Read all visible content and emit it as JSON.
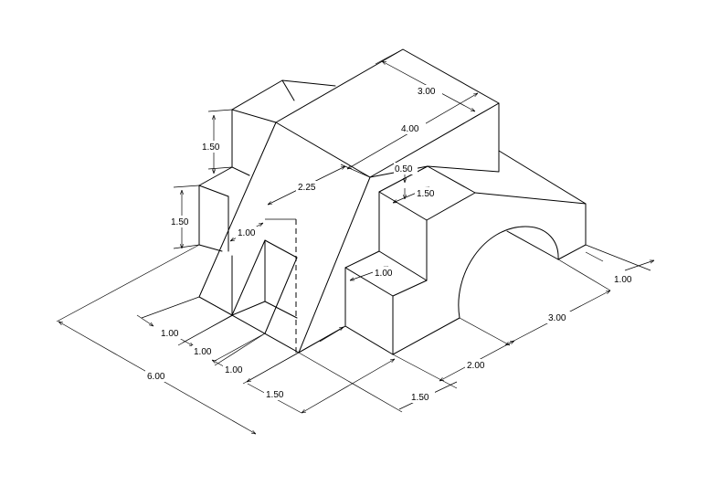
{
  "drawing": {
    "dimensions": [
      {
        "id": "top-depth",
        "text": "3.00"
      },
      {
        "id": "top-length",
        "text": "4.00"
      },
      {
        "id": "upper-step-height",
        "text": "1.50"
      },
      {
        "id": "lower-step-height",
        "text": "1.50"
      },
      {
        "id": "incline-offset",
        "text": "2.25"
      },
      {
        "id": "slot-width",
        "text": "1.00"
      },
      {
        "id": "notch-depth",
        "text": "0.50"
      },
      {
        "id": "notch-width",
        "text": "1.50"
      },
      {
        "id": "step-width",
        "text": "1.00"
      },
      {
        "id": "left-a",
        "text": "1.00"
      },
      {
        "id": "left-b",
        "text": "1.00"
      },
      {
        "id": "left-c",
        "text": "1.00"
      },
      {
        "id": "overall-length",
        "text": "6.00"
      },
      {
        "id": "front-left",
        "text": "1.50"
      },
      {
        "id": "front-right",
        "text": "1.50"
      },
      {
        "id": "arch-offset",
        "text": "2.00"
      },
      {
        "id": "arch-width",
        "text": "3.00"
      },
      {
        "id": "right-end",
        "text": "1.00"
      }
    ]
  }
}
